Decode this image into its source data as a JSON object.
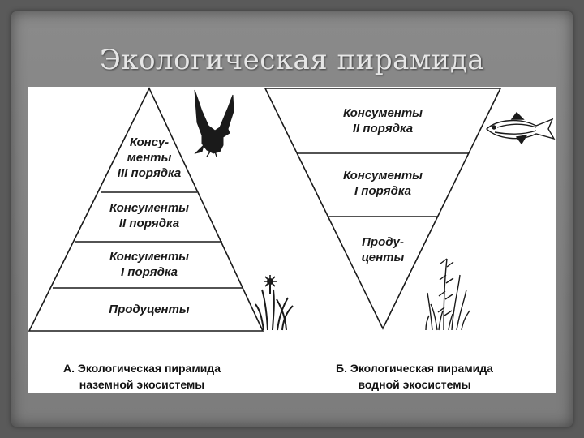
{
  "slide": {
    "title": "Экологическая пирамида"
  },
  "pyramid_a": {
    "levels": [
      "Консу-\nменты\nIII порядка",
      "Консументы\nII порядка",
      "Консументы\nI порядка",
      "Продуценты"
    ],
    "caption": "А. Экологическая пирамида\nназемной экосистемы"
  },
  "pyramid_b": {
    "levels": [
      "Консументы\nII порядка",
      "Консументы\nI порядка",
      "Проду-\nценты"
    ],
    "caption": "Б. Экологическая пирамида\nводной экосистемы"
  },
  "icons": {
    "terrestrial_top": "bird-icon",
    "terrestrial_base": "flower-plant-icon",
    "aquatic_top": "fish-icon",
    "aquatic_base": "water-plant-icon"
  },
  "colors": {
    "stroke": "#1a1a1a",
    "panel": "#ffffff"
  }
}
